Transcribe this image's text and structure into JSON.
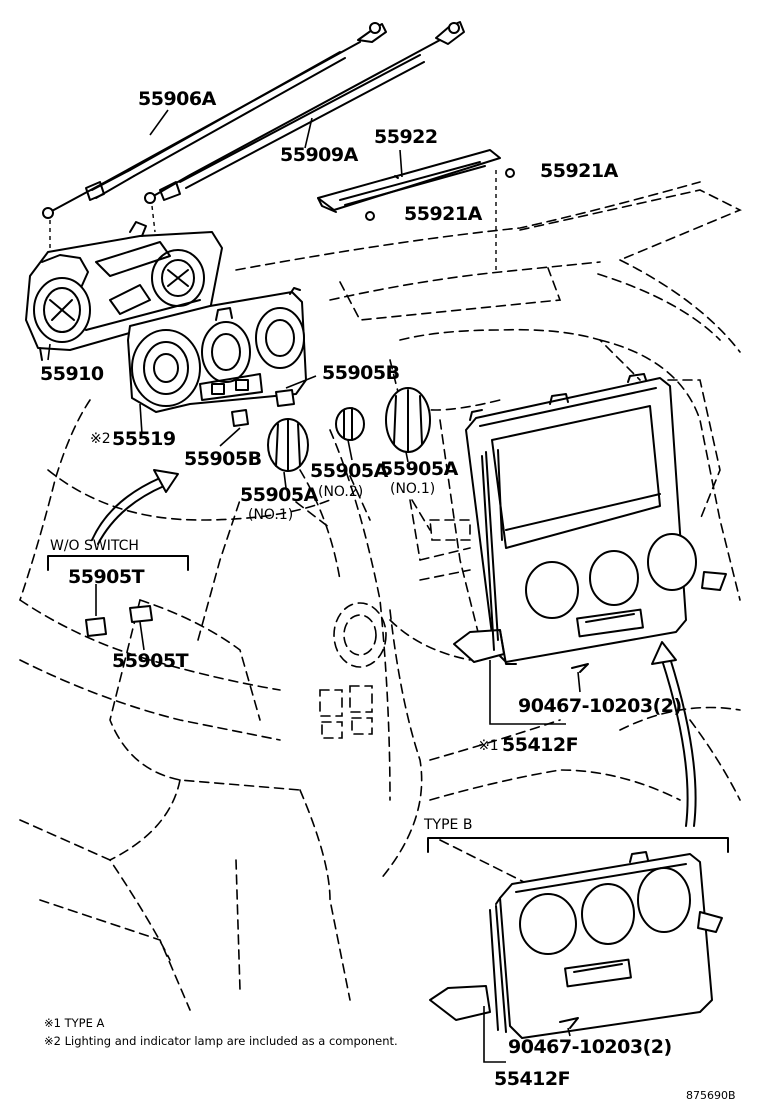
{
  "labels": {
    "cable_a": "55906A",
    "cable_b": "55909A",
    "panel_lower": "55922",
    "clip_upper": "55921A",
    "clip_lower": "55921A",
    "control_unit": "55910",
    "knob_b_upper": "55905B",
    "switch_assy": "55519",
    "switch_assy_mark": "※2",
    "knob_b_lower": "55905B",
    "knob_a_left": "55905A",
    "knob_a_left_sub": "(NO.1)",
    "knob_a_mid": "55905A",
    "knob_a_mid_sub": "(NO.2)",
    "knob_a_right": "55905A",
    "knob_a_right_sub": "(NO.1)",
    "wo_switch": "W/O SWITCH",
    "plug_upper": "55905T",
    "plug_lower": "55905T",
    "screw_a": "90467-10203(2)",
    "panel_a": "55412F",
    "panel_a_mark": "※1",
    "type_b": "TYPE B",
    "screw_b": "90467-10203(2)",
    "panel_b": "55412F",
    "note_1": "※1 TYPE A",
    "note_2": "※2 Lighting and indicator lamp are included as a component.",
    "figure_number": "875690B"
  }
}
